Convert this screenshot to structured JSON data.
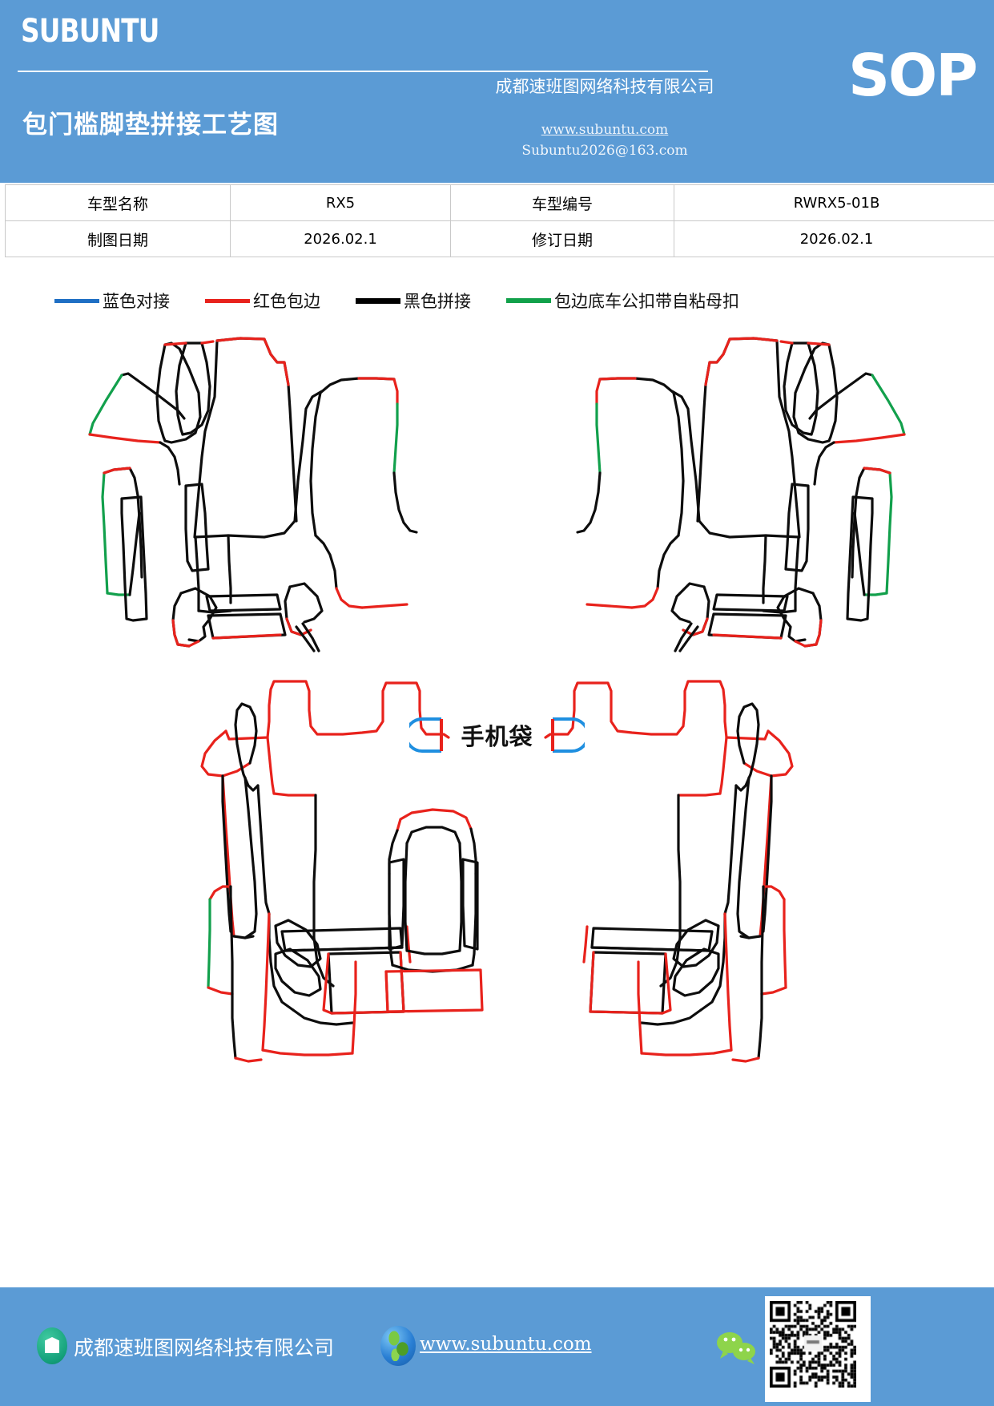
{
  "header": {
    "brand": "SUBUNTU",
    "doc_title": "包门槛脚垫拼接工艺图",
    "company": "成都速班图网络科技有限公司",
    "website": "www.subuntu.com",
    "email": "Subuntu2026@163.com",
    "doc_type": "SOP",
    "bg_color": "#5b9bd5"
  },
  "info_table": {
    "rows": [
      {
        "label1": "车型名称",
        "value1": "RX5",
        "label2": "车型编号",
        "value2": "RWRX5-01B"
      },
      {
        "label1": "制图日期",
        "value1": "2026.02.1",
        "label2": "修订日期",
        "value2": "2026.02.1"
      }
    ]
  },
  "legend": {
    "items": [
      {
        "label": "蓝色对接",
        "color": "#1f6fc4"
      },
      {
        "label": "红色包边",
        "color": "#e8221c"
      },
      {
        "label": "黑色拼接",
        "color": "#000000"
      },
      {
        "label": "包边底车公扣带自粘母扣",
        "color": "#11a14a"
      }
    ]
  },
  "diagram": {
    "pocket_label": "手机袋",
    "pocket_shape_colors": {
      "outline_blue": "#1f8fe0",
      "outline_red": "#e8221c"
    },
    "stroke_colors": {
      "black": "#0d0d0d",
      "red": "#e8221c",
      "green": "#12a04c",
      "blue": "#1f8fe0"
    },
    "sections": [
      {
        "name": "front-left-mat-group"
      },
      {
        "name": "front-right-mat-group"
      },
      {
        "name": "rear-left-mat-group"
      },
      {
        "name": "rear-center-mat-group"
      },
      {
        "name": "rear-right-mat-group"
      }
    ]
  },
  "footer": {
    "company": "成都速班图网络科技有限公司",
    "website": "www.subuntu.com",
    "bg_color": "#5b9bd5"
  }
}
